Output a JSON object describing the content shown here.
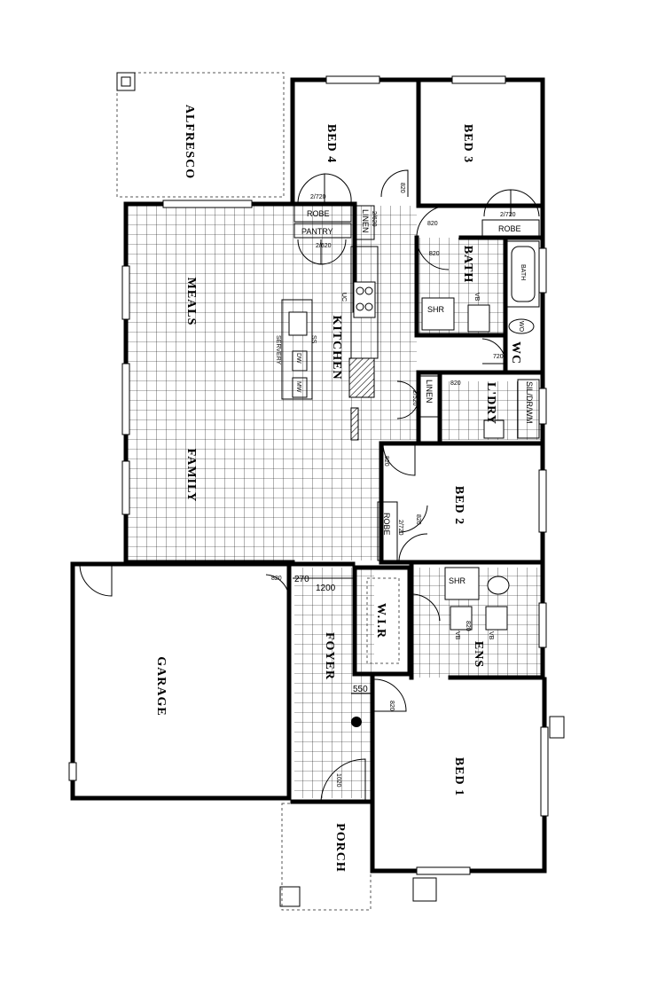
{
  "rooms": {
    "alfresco": "ALFRESCO",
    "bed4": "BED 4",
    "bed3": "BED 3",
    "meals": "MEALS",
    "kitchen": "KITCHEN",
    "bath": "BATH",
    "wc": "WC",
    "laundry": "L'DRY",
    "family": "FAMILY",
    "bed2": "BED 2",
    "garage": "GARAGE",
    "foyer": "FOYER",
    "wir": "W.I.R",
    "ens": "ENS",
    "bed1": "BED 1",
    "porch": "PORCH"
  },
  "fixtures": {
    "robe_bed4": "ROBE",
    "robe_bed3": "ROBE",
    "robe_bed2": "ROBE",
    "pantry": "PANTRY",
    "linen_top": "LINEN",
    "linen_mid": "LINEN",
    "shr_bath": "SHR",
    "shr_ens": "SHR",
    "bath_tub": "BATH",
    "vb_bath": "VB",
    "vb_ens_1": "VB",
    "vb_ens_2": "VB",
    "sil_dr_wm": "SIL/DR/WM",
    "wo": "WO",
    "ss": "SS",
    "servery": "SERVERY",
    "dw": "DW",
    "mw": "MW",
    "uc": "UC"
  },
  "door_sizes": {
    "bed4_robe": "2/720",
    "bed3_robe": "2/720",
    "pantry": "2/620",
    "linen_top": "2/620",
    "linen_mid": "2/520",
    "bed2_robe": "2/720",
    "bed4_door": "820",
    "bed3_door": "820",
    "bath_a": "820",
    "bath_b": "820",
    "wc_door": "720",
    "ldry_door": "820",
    "bed2_door": "820",
    "foyer_garage": "820",
    "foyer_entry": "1020",
    "bed1_door": "820",
    "ens_door": "820"
  },
  "dimensions": {
    "d270": "270",
    "d1200": "1200",
    "d550": "550"
  }
}
